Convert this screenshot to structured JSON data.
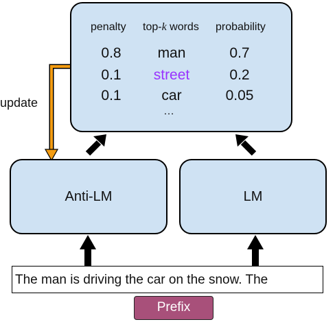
{
  "colors": {
    "box_fill": "#cfe2f3",
    "highlight_word": "#9933ff",
    "update_arrow": "#f39c12",
    "prefix_fill": "#a8507a"
  },
  "table": {
    "headers": {
      "penalty": "penalty",
      "topk_prefix": "top-",
      "topk_k": "k",
      "topk_suffix": " words",
      "probability": "probability"
    },
    "rows": [
      {
        "penalty": "0.8",
        "word": "man",
        "probability": "0.7",
        "highlighted": false
      },
      {
        "penalty": "0.1",
        "word": "street",
        "probability": "0.2",
        "highlighted": true
      },
      {
        "penalty": "0.1",
        "word": "car",
        "probability": "0.05",
        "highlighted": false
      }
    ],
    "ellipsis": "…"
  },
  "update_label": "update",
  "anti_lm_label": "Anti-LM",
  "lm_label": "LM",
  "sentence": "The man is driving the car on the snow. The",
  "prefix_label": "Prefix"
}
